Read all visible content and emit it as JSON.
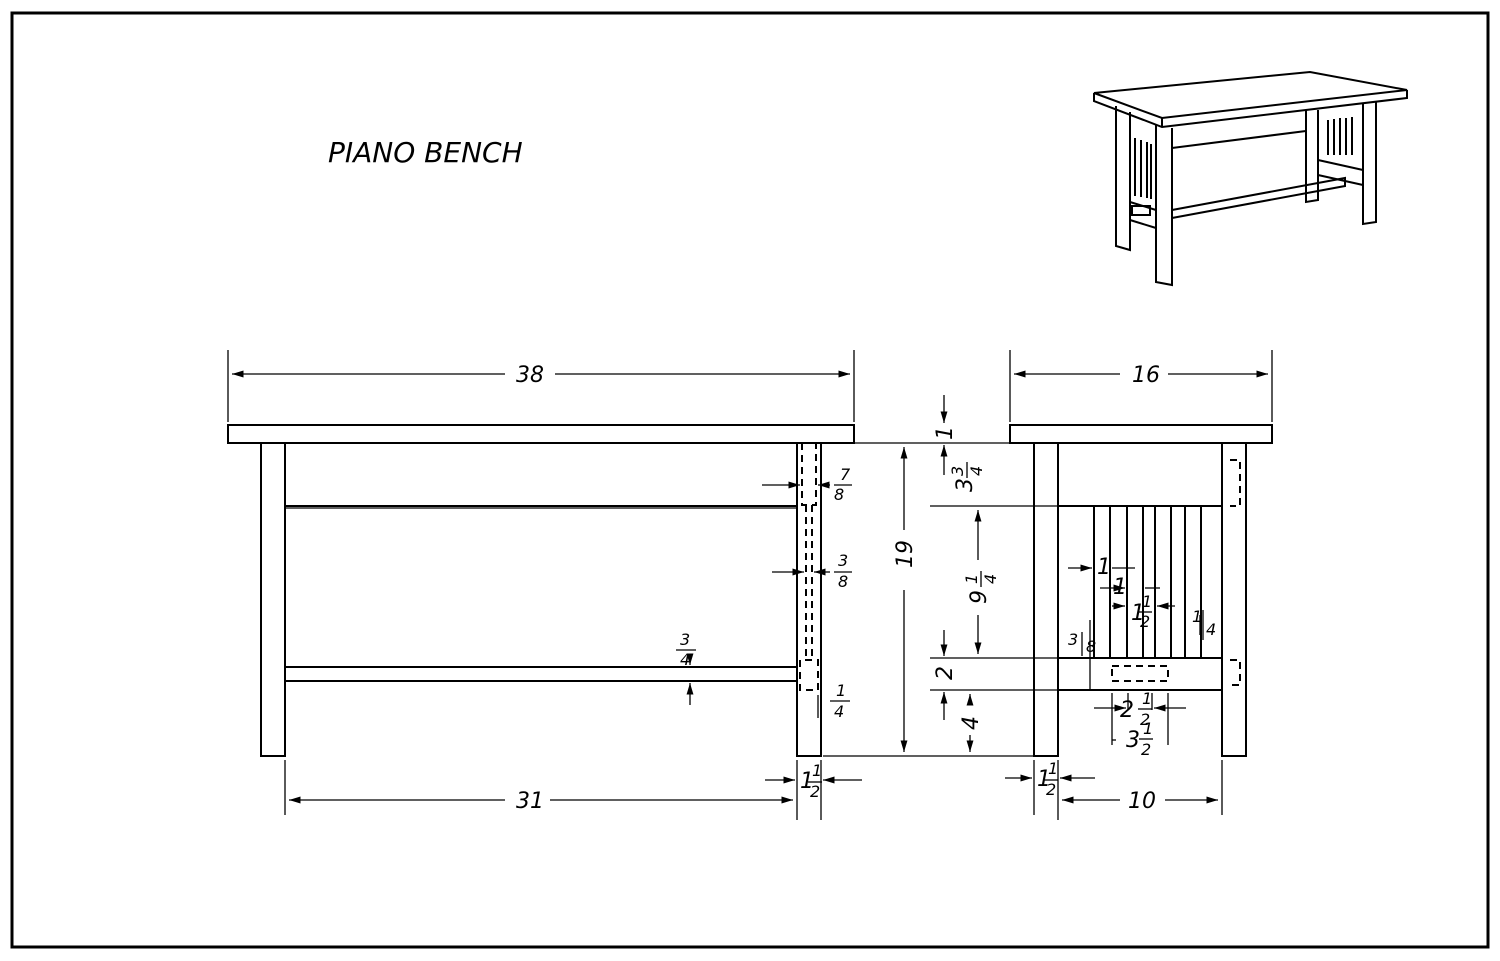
{
  "drawing": {
    "title": "PIANO BENCH",
    "dimensions": {
      "overall_length": "38",
      "overall_depth": "16",
      "top_thickness": "1",
      "height": "19",
      "apron_height_whole": "3",
      "apron_height_num": "3",
      "apron_height_den": "4",
      "slat_span_whole": "9",
      "slat_span_num": "1",
      "slat_span_den": "4",
      "lower_rail": "2",
      "floor_clearance": "4",
      "leg_spacing": "31",
      "inner_depth": "10",
      "tenon_upper_num": "7",
      "tenon_upper_den": "8",
      "tenon_mid_num": "3",
      "tenon_mid_den": "8",
      "stretcher_num": "3",
      "stretcher_den": "4",
      "stretcher_tenon_num": "1",
      "stretcher_tenon_den": "4",
      "leg_width_whole": "1",
      "leg_width_num": "1",
      "leg_width_den": "2",
      "slat_width": "1",
      "slat_gap": "1",
      "slat_pitch_whole": "1",
      "slat_pitch_num": "1",
      "slat_pitch_den": "2",
      "slat_thickness_num": "1",
      "slat_thickness_den": "4",
      "rail_offset_num": "3",
      "rail_offset_den": "8",
      "mortise_inner_whole": "2",
      "mortise_inner_num": "1",
      "mortise_inner_den": "2",
      "mortise_outer_whole": "3",
      "mortise_outer_num": "1",
      "mortise_outer_den": "2"
    }
  }
}
